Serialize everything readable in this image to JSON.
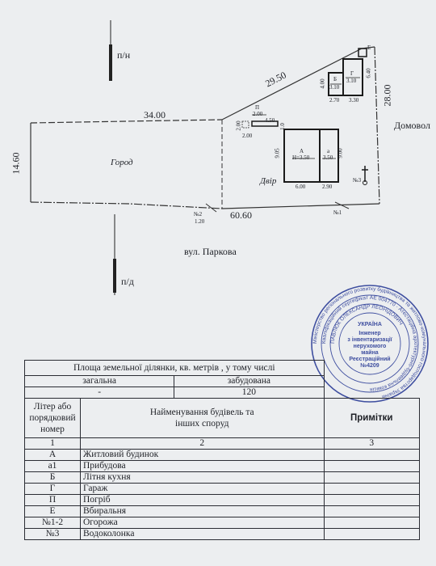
{
  "plan": {
    "north": "п/н",
    "south": "п/д",
    "street": "вул. Паркова",
    "neighbor": "Домовол",
    "dims": {
      "top": "34.00",
      "diag": "29.50",
      "right": "28.00",
      "left": "14.60",
      "bottom": "60.60"
    },
    "areas": {
      "garden": "Город",
      "yard": "Двір"
    },
    "buildings": {
      "A_label": "А",
      "A_height": "Н=3.50",
      "A_w": "6.00",
      "A_h": "9.05",
      "a_label": "а",
      "a_h2": "3.50",
      "a_w": "2.90",
      "a_side": "9.00",
      "B_label": "Б",
      "B_size": "3.10",
      "B_w": "2.70",
      "B_side": "4.00",
      "G_label": "Г",
      "G_size": "3.10",
      "G_w": "3.30",
      "G_side": "6.40",
      "P_label": "П",
      "P_top": "2.00",
      "P_w": "4.50",
      "P_left1": "2.00",
      "P_left2": "2.00",
      "P_r": "1.0",
      "E_label": "Е"
    },
    "marks": {
      "gate2": "№2",
      "gate2_len": "1.20",
      "gate1": "№1",
      "well": "№3"
    }
  },
  "stamp": {
    "outer": "Міністерство регіонального розвитку будівництва та житлово-комунального господарства України",
    "inner": "Кваліфікаційний сертифікат АЕ 004770 · Атестаційна архітектурно-будівельна комісія",
    "name": "ПАВЛЮК ОЛЕКСАНДР ЛЕОНІДОВИЧ",
    "center": [
      "УКРАЇНА",
      "Інженер",
      "з інвентаризації",
      "нерухомого",
      "майна",
      "Реєстраційний",
      "№4209"
    ]
  },
  "table": {
    "title": "Площа земельної ділянки, кв. метрів , у тому числі",
    "col_total": "загальна",
    "col_built": "забудована",
    "val_total": "-",
    "val_built": "120",
    "h_letter": [
      "Літер або",
      "порядковий",
      "номер"
    ],
    "h_name": [
      "Найменування будівель та",
      "інших споруд"
    ],
    "h_notes": "Примітки",
    "nums": [
      "1",
      "2",
      "3"
    ],
    "rows": [
      {
        "code": "А",
        "name": "Житловий будинок"
      },
      {
        "code": "а1",
        "name": "Прибудова"
      },
      {
        "code": "Б",
        "name": "Літня кухня"
      },
      {
        "code": "Г",
        "name": "Гараж"
      },
      {
        "code": "П",
        "name": "Погріб"
      },
      {
        "code": "Е",
        "name": "Вбиральня"
      },
      {
        "code": "№1-2",
        "name": "Огорожа"
      },
      {
        "code": "№3",
        "name": "Водоколонка"
      }
    ]
  }
}
